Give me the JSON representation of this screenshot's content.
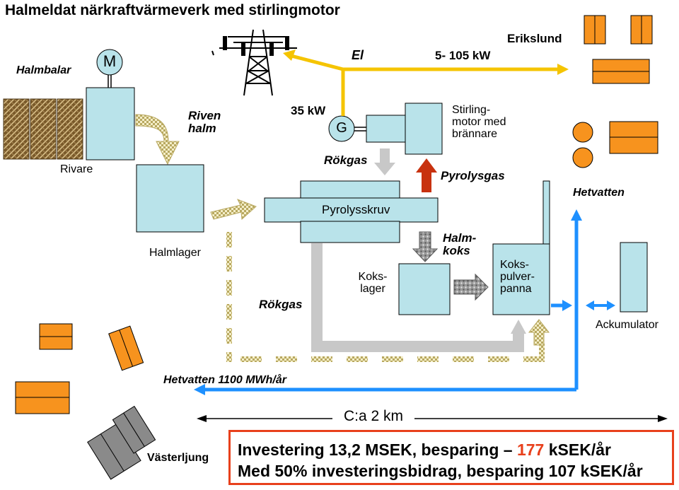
{
  "title": "Halmeldat närkraftvärmeverk med stirlingmotor",
  "labels": {
    "halmbalar": "Halmbalar",
    "motor": "M",
    "el": "El",
    "power_range": "5- 105 kW",
    "erikslund": "Erikslund",
    "riven_halm": "Riven\nhalm",
    "kw35": "35 kW",
    "generator": "G",
    "stirling": "Stirling-\nmotor med\nbrännare",
    "rivare": "Rivare",
    "rokgas_top": "Rökgas",
    "pyrolysgas": "Pyrolysgas",
    "hetvatten_top": "Hetvatten",
    "pyrolysskruv": "Pyrolysskruv",
    "halmlager": "Halmlager",
    "halmkoks": "Halm-\nkoks",
    "kokslager": "Koks-\nlager",
    "kokspanna": "Koks-\npulver-\npanna",
    "rokgas_bottom": "Rökgas",
    "ackumulator": "Ackumulator",
    "hetvatten_bottom": "Hetvatten 1100 MWh/år",
    "distance": "C:a 2 km",
    "vasterljung": "Västerljung"
  },
  "investment": {
    "line1_prefix": "Investering 13,2 MSEK, besparing – ",
    "line1_highlight": "177",
    "line1_suffix": " kSEK/år",
    "line2": "Med 50% investeringsbidrag, besparing 107 kSEK/år"
  },
  "colors": {
    "equipment": "#b9e3ea",
    "building": "#f7931e",
    "electricity": "#f5c400",
    "hot_water": "#1e90ff",
    "flue_gas": "#c8c8c8",
    "pyrolysis_gas": "#c8320f",
    "straw": "#d8c98a",
    "highlight": "#e8401c"
  }
}
